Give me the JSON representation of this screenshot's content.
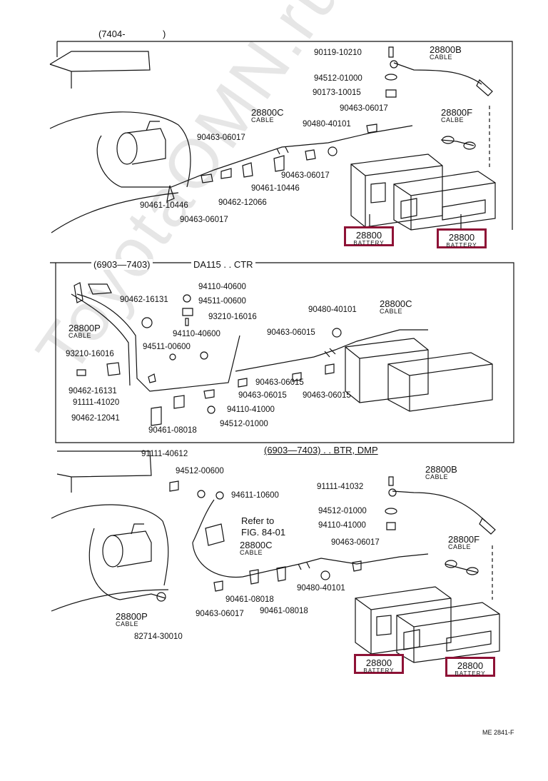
{
  "watermark": "ToyotaOMN.ru",
  "figure_code": "ME 2841-F",
  "sections": {
    "top": {
      "header": "(7404-",
      "header_end": ")",
      "labels": [
        "90119-10210",
        "28800B",
        "CABLE",
        "94512-01000",
        "90173-10015",
        "28800C",
        "CABLE",
        "90463-06017",
        "28800F",
        "CALBE",
        "90480-40101",
        "90463-06017",
        "90463-06017",
        "90461-10446",
        "90462-12066",
        "90461-10446",
        "90463-06017"
      ],
      "batteries": [
        {
          "part": "28800",
          "caption": "BATTERY"
        },
        {
          "part": "28800",
          "caption": "BATTERY"
        }
      ]
    },
    "middle": {
      "header": "(6903—7403)",
      "model": "DA115 . . CTR",
      "labels": [
        "94110-40600",
        "90462-16131",
        "94511-00600",
        "93210-16016",
        "28800P",
        "CABLE",
        "94110-40600",
        "90480-40101",
        "28800C",
        "CABLE",
        "94511-00600",
        "90463-06015",
        "93210-16016",
        "90462-16131",
        "91111-41020",
        "90463-06015",
        "90463-06015",
        "90462-12041",
        "94110-41000",
        "90461-08018",
        "94512-01000"
      ]
    },
    "bottom": {
      "header": "(6903—7403) . . BTR, DMP",
      "labels": [
        "91111-40612",
        "94512-00600",
        "94611-10600",
        "Refer to",
        "FIG. 84-01",
        "28800B",
        "CABLE",
        "91111-41032",
        "94512-01000",
        "94110-41000",
        "28800C",
        "CABLE",
        "90463-06017",
        "28800F",
        "CABLE",
        "90480-40101",
        "90461-08018",
        "90463-06017",
        "90461-08018",
        "28800P",
        "CABLE",
        "82714-30010"
      ],
      "batteries": [
        {
          "part": "28800",
          "caption": "BATTERY"
        },
        {
          "part": "28800",
          "caption": "BATTERY"
        }
      ]
    }
  },
  "colors": {
    "highlight": "#8e1236",
    "line": "#111111",
    "watermark": "#e6e6e6"
  }
}
